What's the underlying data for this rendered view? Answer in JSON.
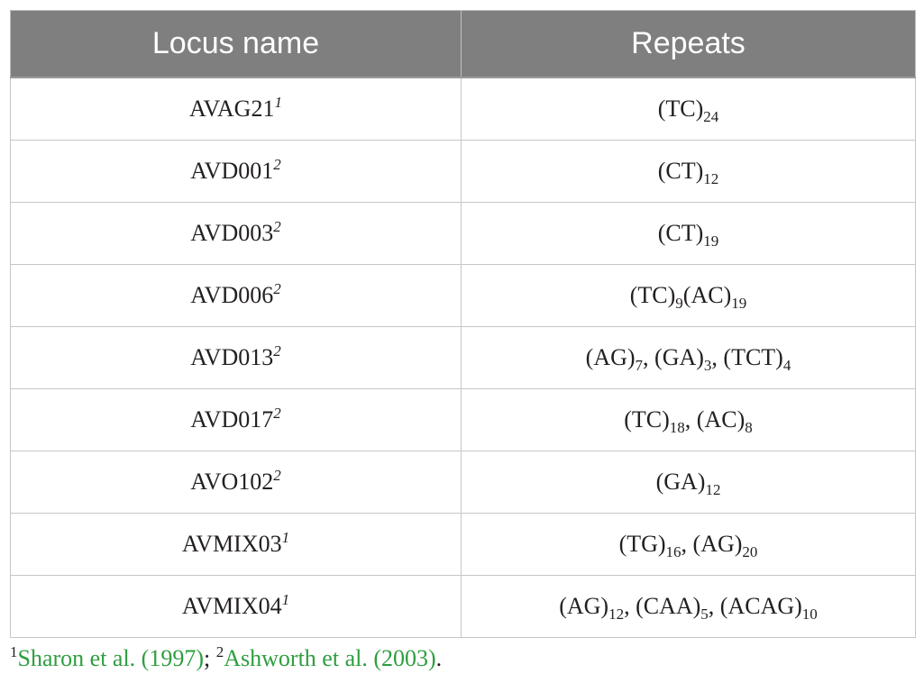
{
  "table": {
    "headers": [
      "Locus name",
      "Repeats"
    ],
    "rows": [
      {
        "locus": "AVAG21",
        "locus_note": "1",
        "repeats": [
          {
            "motif": "(TC)",
            "count": "24",
            "sep": ""
          }
        ]
      },
      {
        "locus": "AVD001",
        "locus_note": "2",
        "repeats": [
          {
            "motif": "(CT)",
            "count": "12",
            "sep": ""
          }
        ]
      },
      {
        "locus": "AVD003",
        "locus_note": "2",
        "repeats": [
          {
            "motif": "(CT)",
            "count": "19",
            "sep": ""
          }
        ]
      },
      {
        "locus": "AVD006",
        "locus_note": "2",
        "repeats": [
          {
            "motif": "(TC)",
            "count": "9",
            "sep": ""
          },
          {
            "motif": "(AC)",
            "count": "19",
            "sep": ""
          }
        ]
      },
      {
        "locus": "AVD013",
        "locus_note": "2",
        "repeats": [
          {
            "motif": "(AG)",
            "count": "7",
            "sep": ", "
          },
          {
            "motif": "(GA)",
            "count": "3",
            "sep": ", "
          },
          {
            "motif": "(TCT)",
            "count": "4",
            "sep": ""
          }
        ]
      },
      {
        "locus": "AVD017",
        "locus_note": "2",
        "repeats": [
          {
            "motif": "(TC)",
            "count": "18",
            "sep": ", "
          },
          {
            "motif": "(AC)",
            "count": "8",
            "sep": ""
          }
        ]
      },
      {
        "locus": "AVO102",
        "locus_note": "2",
        "repeats": [
          {
            "motif": "(GA)",
            "count": "12",
            "sep": ""
          }
        ]
      },
      {
        "locus": "AVMIX03",
        "locus_note": "1",
        "repeats": [
          {
            "motif": "(TG)",
            "count": "16",
            "sep": ", "
          },
          {
            "motif": "(AG)",
            "count": "20",
            "sep": ""
          }
        ]
      },
      {
        "locus": "AVMIX04",
        "locus_note": "1",
        "repeats": [
          {
            "motif": "(AG)",
            "count": "12",
            "sep": ", "
          },
          {
            "motif": "(CAA)",
            "count": "5",
            "sep": ", "
          },
          {
            "motif": "(ACAG)",
            "count": "10",
            "sep": ""
          }
        ]
      }
    ]
  },
  "footnote": {
    "items": [
      {
        "marker": "1",
        "text": "Sharon et al. (1997)",
        "after": "; "
      },
      {
        "marker": "2",
        "text": "Ashworth et al. (2003)",
        "after": "."
      }
    ],
    "link_color": "#2e9e3f"
  }
}
